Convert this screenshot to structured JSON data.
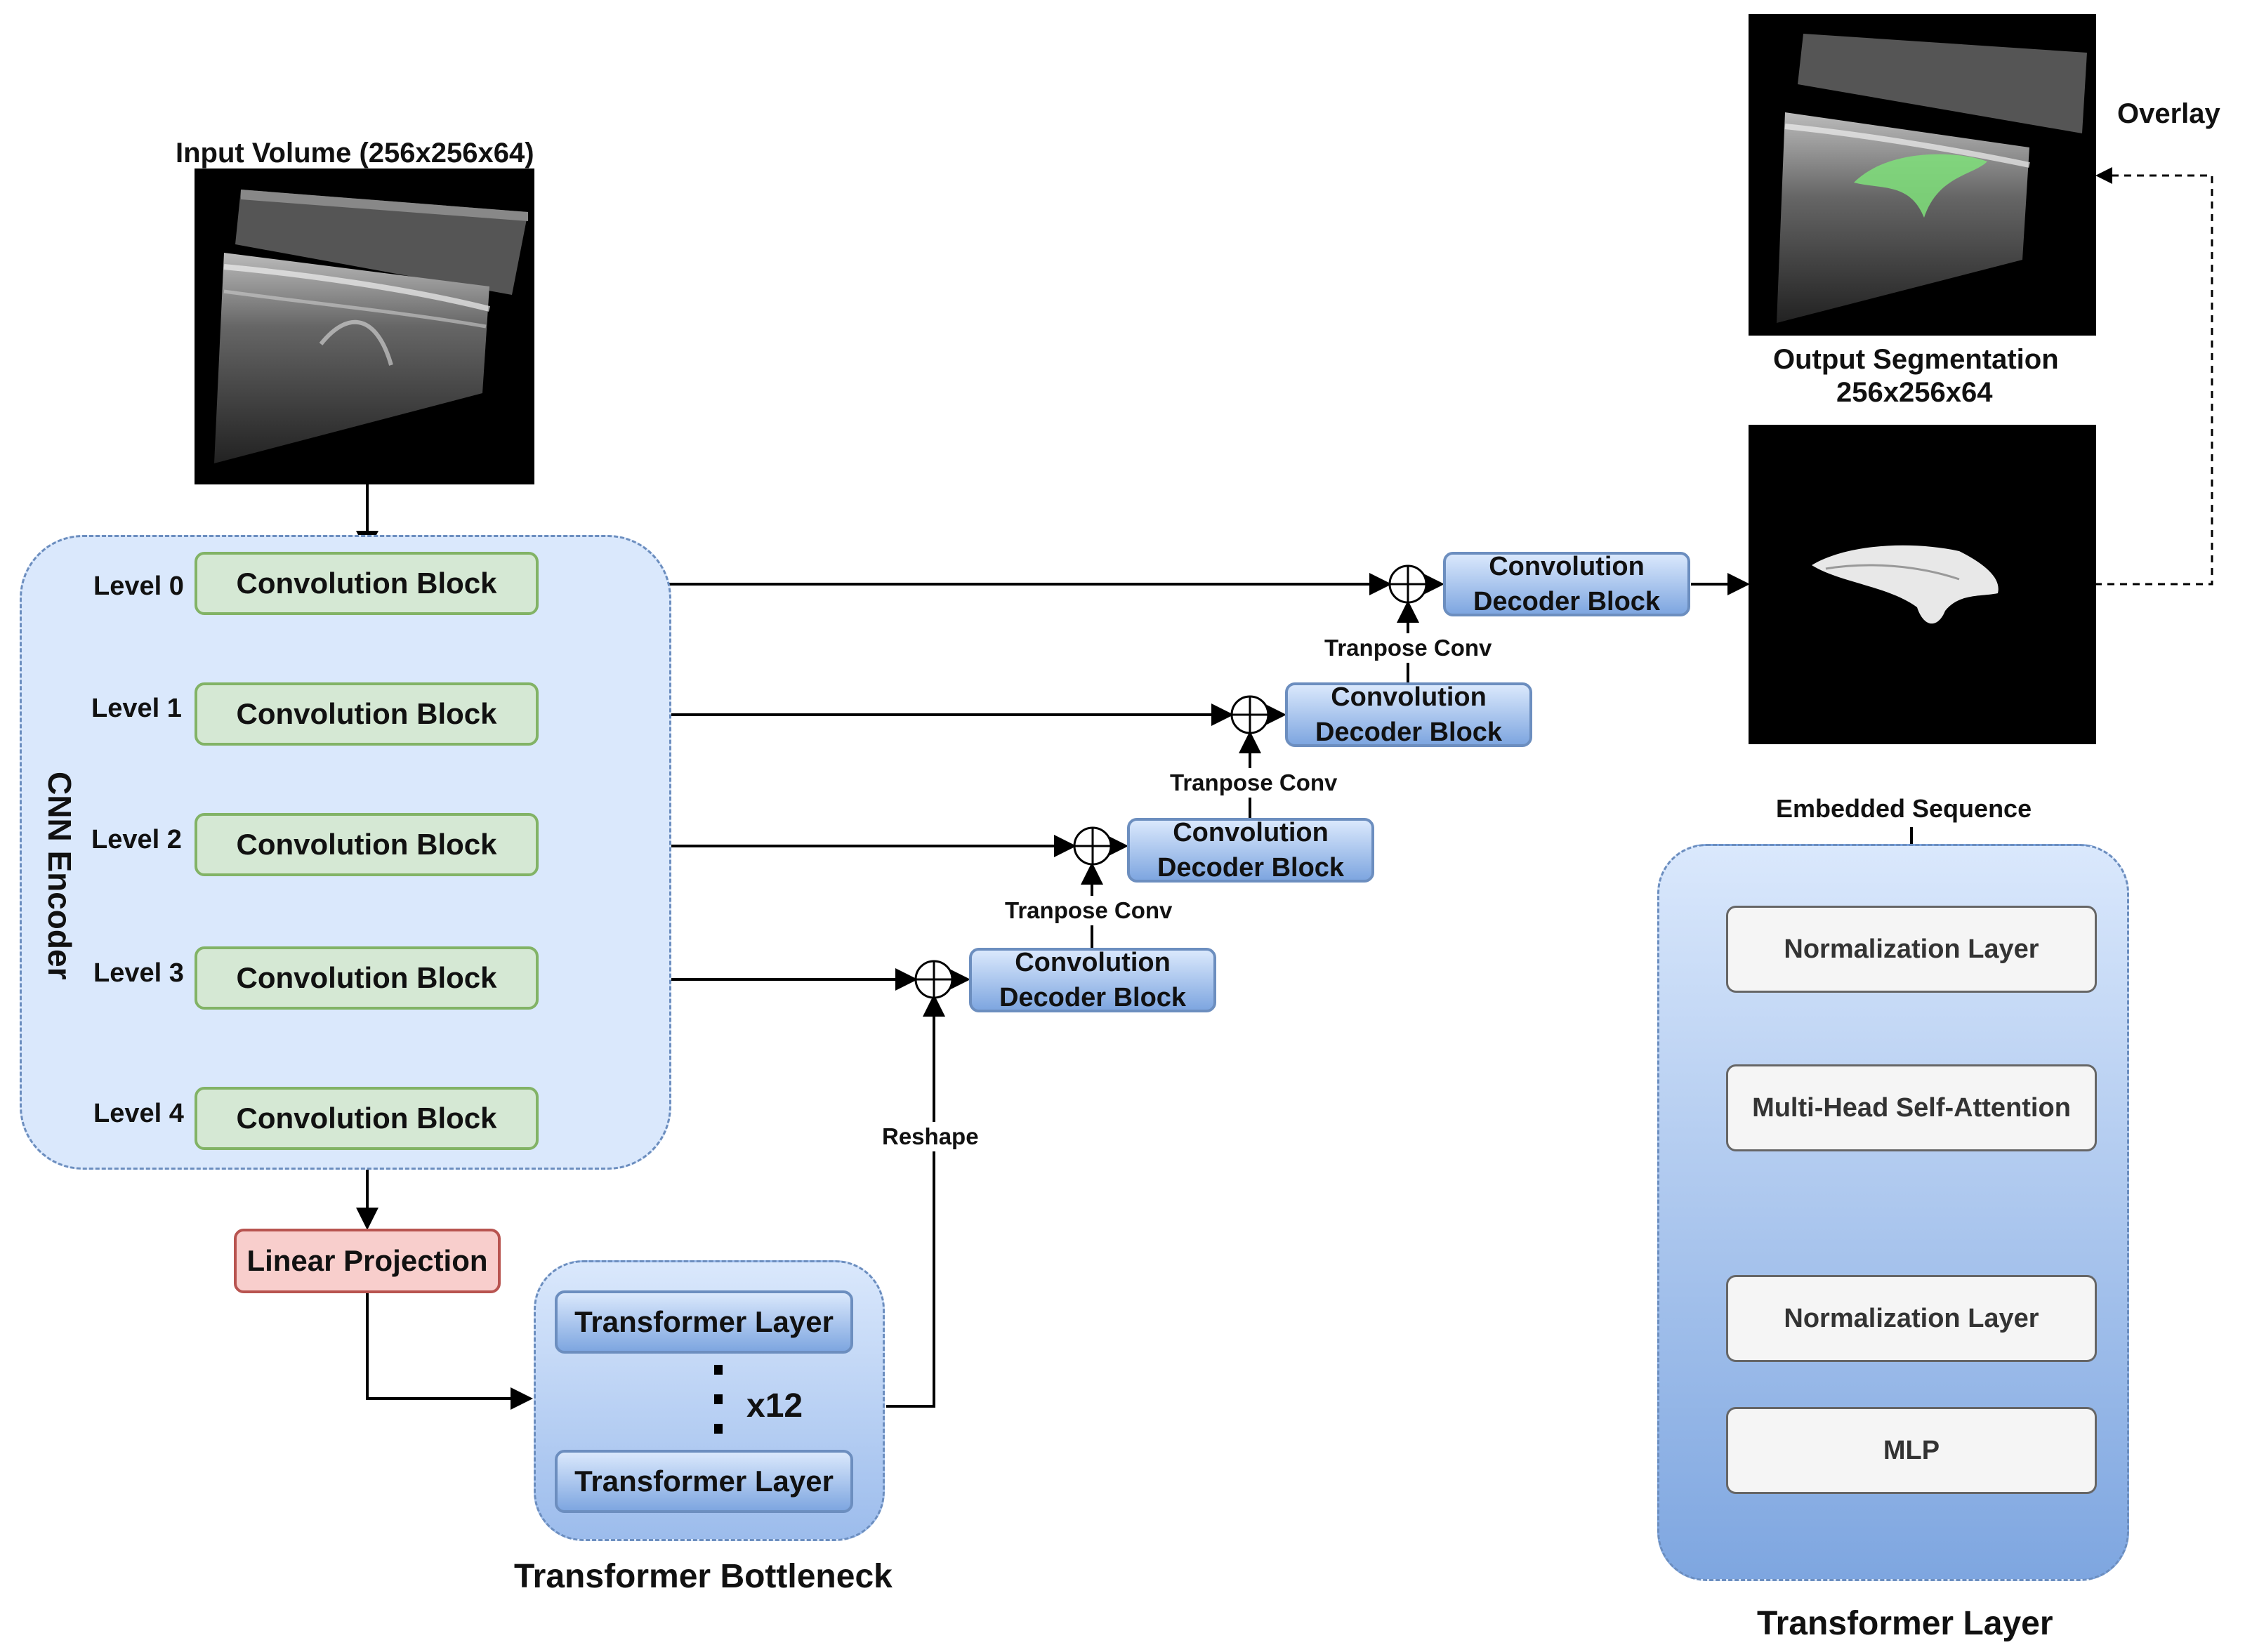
{
  "input": {
    "title": "Input Volume (256x256x64)"
  },
  "encoder": {
    "title": "CNN Encoder",
    "levels": [
      {
        "label": "Level 0",
        "block": "Convolution Block"
      },
      {
        "label": "Level 1",
        "block": "Convolution Block"
      },
      {
        "label": "Level 2",
        "block": "Convolution Block"
      },
      {
        "label": "Level 3",
        "block": "Convolution Block"
      },
      {
        "label": "Level 4",
        "block": "Convolution Block"
      }
    ]
  },
  "projection": {
    "label": "Linear Projection"
  },
  "bottleneck": {
    "title": "Transformer Bottleneck",
    "layer_top": "Transformer Layer",
    "layer_bottom": "Transformer Layer",
    "repeat": "x12"
  },
  "decoder": {
    "reshape": "Reshape",
    "blocks": [
      {
        "line1": "Convolution",
        "line2": "Decoder Block"
      },
      {
        "line1": "Convolution",
        "line2": "Decoder Block"
      },
      {
        "line1": "Convolution",
        "line2": "Decoder Block"
      },
      {
        "line1": "Convolution",
        "line2": "Decoder Block"
      }
    ],
    "transpose": [
      "Tranpose Conv",
      "Tranpose Conv",
      "Tranpose Conv"
    ]
  },
  "output": {
    "title_line1": "Output Segmentation",
    "title_line2": "256x256x64",
    "overlay": "Overlay"
  },
  "transformer_layer": {
    "title": "Transformer Layer",
    "input": "Embedded Sequence",
    "norm1": "Normalization Layer",
    "attention": "Multi-Head Self-Attention",
    "norm2": "Normalization Layer",
    "mlp": "MLP"
  },
  "colors": {
    "encoder_region": "#dae8fc",
    "conv_block": "#d5e8d4",
    "conv_border": "#82b366",
    "projection": "#f8cecc",
    "projection_border": "#b85450",
    "decoder_block": "#7ea6e0",
    "segmentation_overlay": "#7fe07a"
  }
}
